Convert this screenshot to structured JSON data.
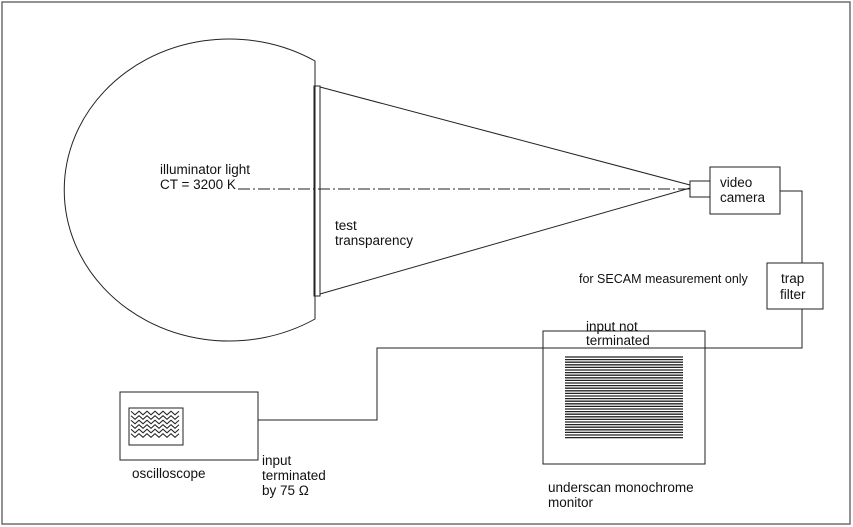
{
  "illuminator": {
    "line1": "illuminator light",
    "line2": "CT = 3200 K"
  },
  "transparency": {
    "line1": "test",
    "line2": "transparency"
  },
  "camera": {
    "line1": "video",
    "line2": "camera"
  },
  "trap_filter": {
    "line1": "trap",
    "line2": "filter",
    "note": "for SECAM measurement only"
  },
  "monitor": {
    "input_line1": "input not",
    "input_line2": "terminated",
    "name_line1": "underscan monochrome",
    "name_line2": "monitor"
  },
  "oscilloscope": {
    "name": "oscilloscope",
    "input_line1": "input",
    "input_line2": "terminated",
    "input_line3": "by 75 Ω"
  },
  "colors": {
    "line": "#222222",
    "frame": "#6e6e6e"
  }
}
